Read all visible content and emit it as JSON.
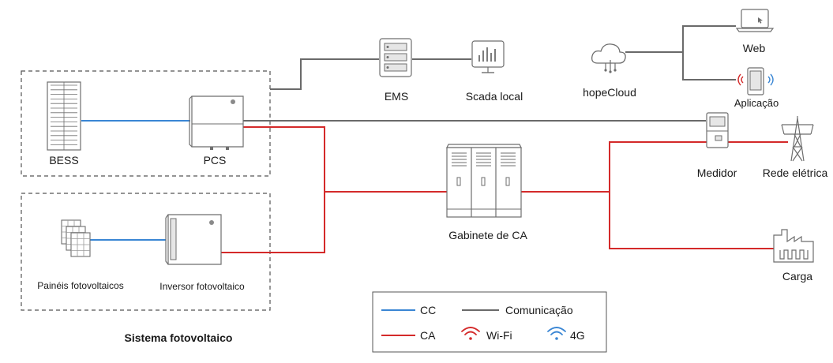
{
  "nodes": {
    "bess": "BESS",
    "pcs": "PCS",
    "ems": "EMS",
    "scada": "Scada local",
    "hopecloud": "hopeCloud",
    "web": "Web",
    "app": "Aplicação",
    "meter": "Medidor",
    "grid": "Rede elétrica",
    "ac_cabinet": "Gabinete de CA",
    "load": "Carga",
    "pv_panels": "Painéis fotovoltaicos",
    "pv_inverter": "Inversor fotovoltaico"
  },
  "system_title": "Sistema fotovoltaico",
  "legend": {
    "dc": "CC",
    "communication": "Comunicação",
    "ac": "CA",
    "wifi": "Wi-Fi",
    "g4": "4G"
  },
  "colors": {
    "dc_line": "#3a86d4",
    "ac_line": "#d42a2a",
    "comm_line": "#6a6a6a",
    "wifi_icon": "#d42a2a",
    "g4_icon": "#3a86d4"
  }
}
